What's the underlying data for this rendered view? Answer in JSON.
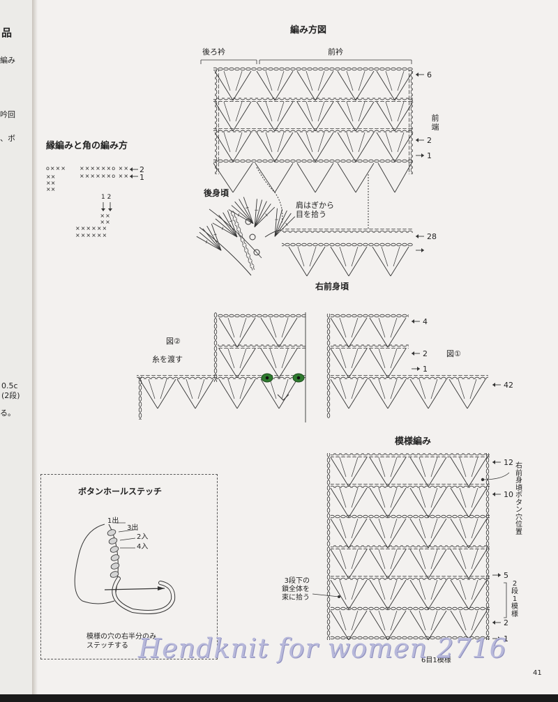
{
  "left_margin": {
    "fragments": [
      "品",
      "編み",
      "吟回",
      "、ボ",
      "0.5c",
      "(2段)",
      "る。"
    ]
  },
  "sections": {
    "main_title": "編み方図",
    "edge_title": "縁編みと角の編み方",
    "pattern_title": "模様編み",
    "buttonhole_title": "ボタンホールステッチ"
  },
  "main_diagram": {
    "back_collar": "後ろ衿",
    "front_collar": "前衿",
    "front_edge": "前端",
    "back_body": "後身頃",
    "shoulder_note": "肩はぎから\n目を拾う",
    "right_front_body": "右前身頃",
    "rows": [
      "6",
      "2",
      "1",
      "28"
    ]
  },
  "edge_diagram": {
    "top_row_a": "o×××",
    "top_row_b": "××××××o ××",
    "top_row_c": "××××××o ××",
    "row_labels": [
      "2",
      "1"
    ],
    "side_labels": "1 2"
  },
  "fig2": {
    "label": "図②",
    "yarn_note": "糸を渡す"
  },
  "fig1": {
    "label": "図①",
    "rows": [
      "4",
      "2",
      "1",
      "42"
    ]
  },
  "pattern": {
    "rows": [
      "12",
      "10",
      "5",
      "2",
      "1"
    ],
    "buttonhole_note": "右前身頃ボタン穴位置",
    "repeat_label": "2段1模様",
    "pickup_note": "3段下の\n鎖全体を\n束に拾う",
    "bottom_label": "6目1模様"
  },
  "buttonhole": {
    "steps": [
      "1出",
      "3出",
      "2入",
      "4入"
    ],
    "note_line1": "模様の穴の右半分のみ",
    "note_line2": "ステッチする"
  },
  "watermark": "Hendknit for women 2716",
  "page_number": "41"
}
